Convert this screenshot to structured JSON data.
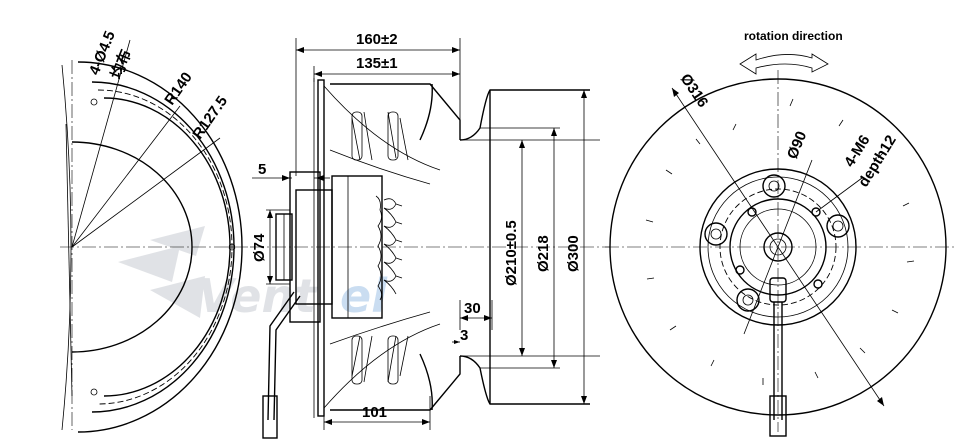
{
  "left_view": {
    "hole_callout_line1": "4-Ø4.5",
    "hole_callout_line2": "均布",
    "radius_outer": "R140",
    "radius_inner": "R127.5"
  },
  "side_view": {
    "overall_length": "160±2",
    "impeller_length": "135±1",
    "flange_thickness": "5",
    "hub_diameter": "Ø74",
    "inlet_diameter": "Ø210±0.5",
    "inlet_ring_diameter": "Ø218",
    "ring_outer_diameter": "Ø300",
    "inlet_depth": "30",
    "lip_thickness": "3",
    "motor_length": "101"
  },
  "front_view": {
    "rotation_label": "rotation direction",
    "outer_diameter": "Ø316",
    "bolt_circle": "Ø90",
    "thread_line1": "4-M6",
    "thread_line2": "depth12"
  },
  "watermark": {
    "part1": "Vent",
    "part2": "el"
  },
  "colors": {
    "line": "#000000",
    "watermark_gray": "#c8ccd2",
    "watermark_blue": "#9fc3e6"
  }
}
